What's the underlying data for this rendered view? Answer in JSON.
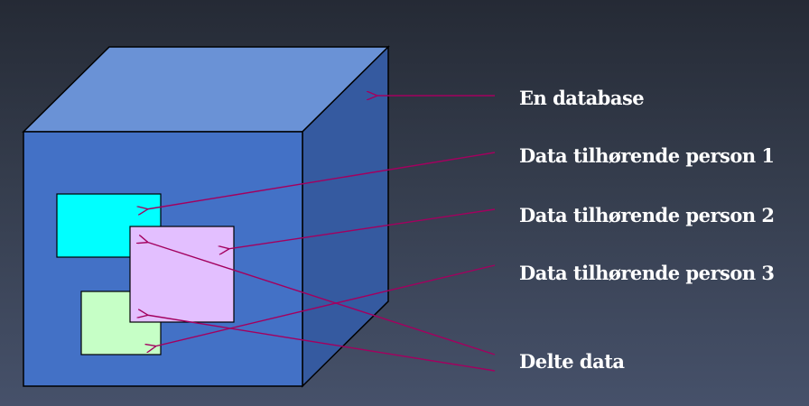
{
  "labels": {
    "database": "En database",
    "person1": "Data tilhørende person 1",
    "person2": "Data tilhørende person 2",
    "person3": "Data tilhørende person 3",
    "shared": "Delte data"
  },
  "colors": {
    "cube_front": "#4371c6",
    "cube_top": "#6a92d6",
    "cube_side": "#355aa0",
    "person1_box": "#00ffff",
    "person2_box": "#e3bfff",
    "person3_box": "#c6ffc6",
    "arrow": "#a3005f"
  }
}
